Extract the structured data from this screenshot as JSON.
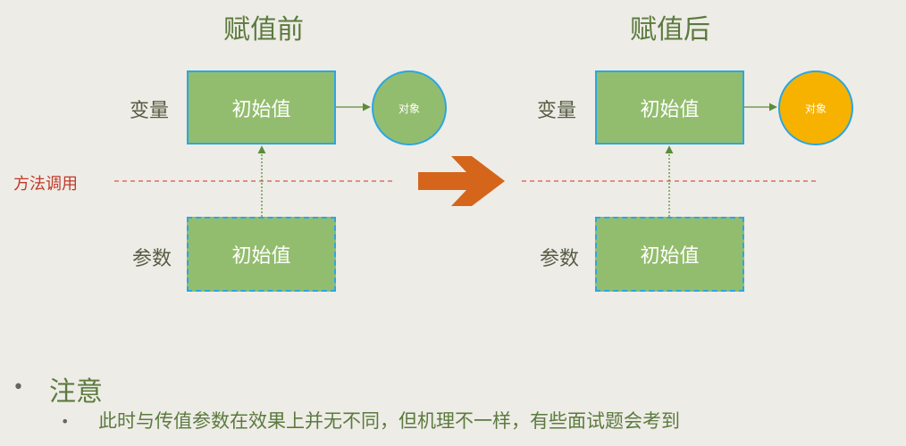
{
  "before": {
    "title": "赋值前",
    "variable_label": "变量",
    "param_label": "参数",
    "variable_box": "初始值",
    "param_box": "初始值",
    "object_label": "对象",
    "object_color": "#93bd6e"
  },
  "after": {
    "title": "赋值后",
    "variable_label": "变量",
    "param_label": "参数",
    "variable_box": "初始值",
    "param_box": "初始值",
    "object_label": "对象",
    "object_color": "#f7b200"
  },
  "method_call_label": "方法调用",
  "note": {
    "bullet": "•",
    "title": "注意",
    "sub_bullet": "•",
    "text": "此时与传值参数在效果上并无不同，但机理不一样，有些面试题会考到"
  },
  "colors": {
    "box_fill": "#93bd6e",
    "box_border": "#2aa7e3",
    "arrow": "#d4651a",
    "connector": "#5b8c3a",
    "dashed_line": "#d9534f"
  }
}
